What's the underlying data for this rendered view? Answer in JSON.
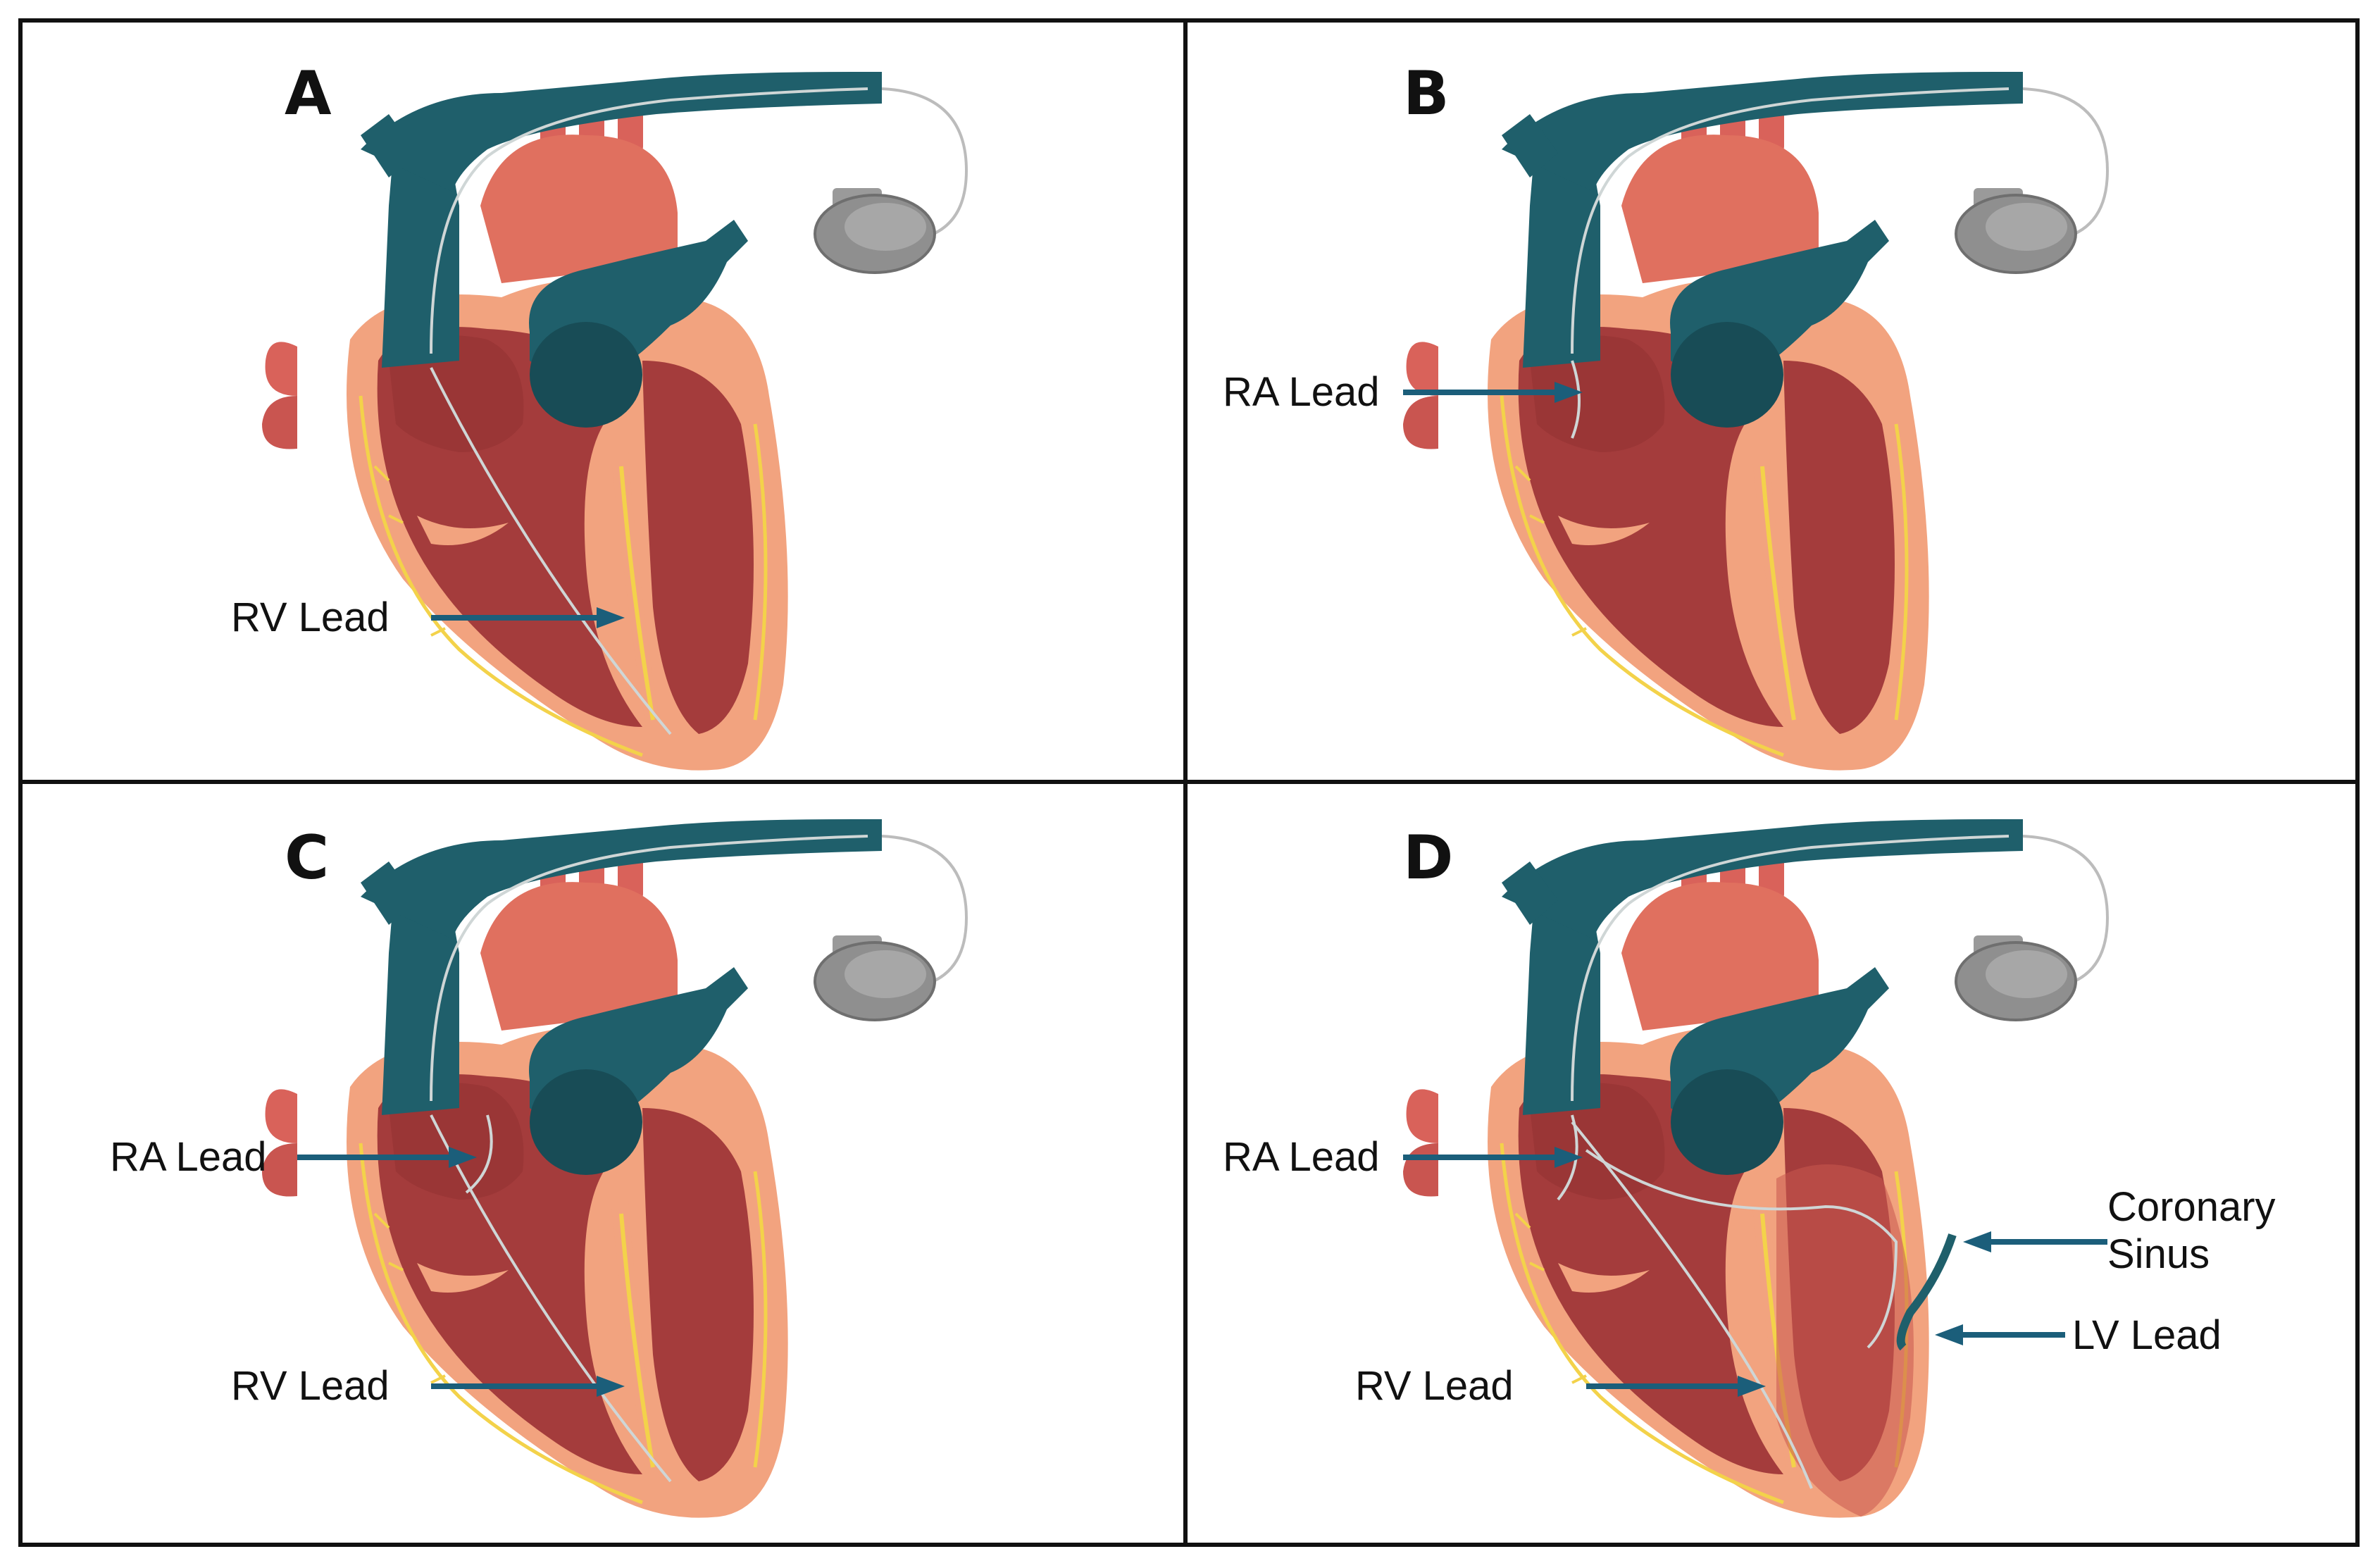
{
  "panels": [
    {
      "id": "A",
      "labels": [
        {
          "key": "rv",
          "text": "RV Lead"
        }
      ]
    },
    {
      "id": "B",
      "labels": [
        {
          "key": "ra",
          "text": "RA Lead"
        }
      ]
    },
    {
      "id": "C",
      "labels": [
        {
          "key": "ra",
          "text": "RA Lead"
        },
        {
          "key": "rv",
          "text": "RV Lead"
        }
      ]
    },
    {
      "id": "D",
      "labels": [
        {
          "key": "ra",
          "text": "RA Lead"
        },
        {
          "key": "cs",
          "text": "Coronary Sinus"
        },
        {
          "key": "lv",
          "text": "LV Lead"
        },
        {
          "key": "rv",
          "text": "RV Lead"
        }
      ]
    }
  ],
  "colors": {
    "vessel_teal": "#1f5f6b",
    "aorta_red": "#e0705f",
    "myocardium_dark": "#a43c3c",
    "wall_salmon": "#f2a37f",
    "nerve_yellow": "#f3d24a",
    "arrow_blue": "#1b5e7a",
    "device_gray": "#8f8f8f"
  }
}
